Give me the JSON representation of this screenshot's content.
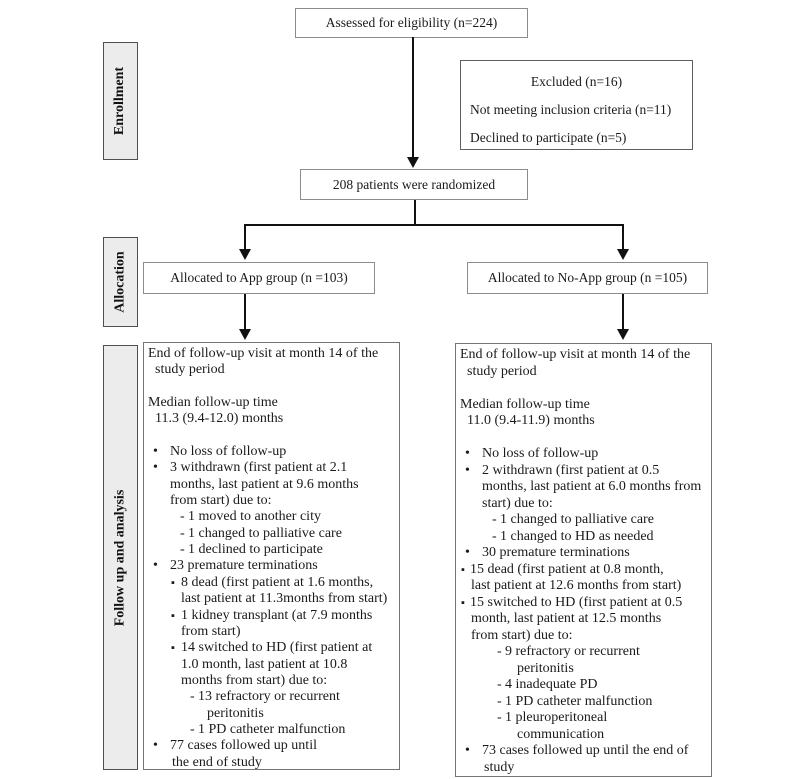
{
  "sidebar": {
    "enrollment": "Enrollment",
    "allocation": "Allocation",
    "followup": "Follow up and analysis"
  },
  "flow": {
    "assessed": "Assessed for eligibility (n=224)",
    "excluded": {
      "title": "Excluded (n=16)",
      "items": [
        "Not meeting inclusion criteria (n=11)",
        "Declined to participate (n=5)"
      ]
    },
    "randomized": "208 patients were randomized",
    "alloc_left": "Allocated to App group (n =103)",
    "alloc_right": "Allocated to No-App group (n =105)"
  },
  "followup_left": {
    "lines": [
      {
        "k": "p",
        "t": "End of follow-up visit at month 14 of the"
      },
      {
        "k": "p2",
        "t": "study period"
      },
      {
        "k": "blank",
        "t": ""
      },
      {
        "k": "p",
        "t": "Median follow-up time"
      },
      {
        "k": "p2",
        "t": "11.3 (9.4-12.0) months"
      },
      {
        "k": "blank",
        "t": ""
      },
      {
        "k": "dot",
        "t": "No loss of follow-up"
      },
      {
        "k": "dot",
        "t": "3 withdrawn (first patient at 2.1"
      },
      {
        "k": "dotc",
        "t": "months, last patient at 9.6 months"
      },
      {
        "k": "dotc",
        "t": "from start) due to:"
      },
      {
        "k": "dash",
        "t": "1 moved to another city"
      },
      {
        "k": "dash",
        "t": "1 changed to palliative care"
      },
      {
        "k": "dash",
        "t": "1 declined to participate"
      },
      {
        "k": "dot",
        "t": "23 premature terminations"
      },
      {
        "k": "sq",
        "t": "8 dead (first patient at 1.6 months,"
      },
      {
        "k": "sqc",
        "t": "last patient at 11.3months from start)"
      },
      {
        "k": "sq",
        "t": "1 kidney transplant (at 7.9 months"
      },
      {
        "k": "sqc",
        "t": "from start)"
      },
      {
        "k": "sq",
        "t": "14 switched to HD (first patient at"
      },
      {
        "k": "sqc",
        "t": "1.0 month,  last patient at 10.8"
      },
      {
        "k": "sqc",
        "t": "months from start) due to:"
      },
      {
        "k": "dash2",
        "t": "13 refractory or recurrent"
      },
      {
        "k": "dash2c",
        "t": "peritonitis"
      },
      {
        "k": "dash2",
        "t": "1 PD catheter malfunction"
      },
      {
        "k": "dot",
        "t": "77 cases followed up until"
      },
      {
        "k": "dotc2",
        "t": "the end of study"
      }
    ]
  },
  "followup_right": {
    "lines": [
      {
        "k": "p",
        "t": "End of follow-up visit at month 14 of the"
      },
      {
        "k": "p2",
        "t": "study period"
      },
      {
        "k": "blank",
        "t": ""
      },
      {
        "k": "p",
        "t": "Median follow-up time"
      },
      {
        "k": "p2",
        "t": "11.0 (9.4-11.9) months"
      },
      {
        "k": "blank",
        "t": ""
      },
      {
        "k": "dot",
        "t": "No loss of follow-up"
      },
      {
        "k": "dot",
        "t": "2 withdrawn (first patient at 0.5"
      },
      {
        "k": "dotc",
        "t": "months, last patient at 6.0 months from"
      },
      {
        "k": "dotc",
        "t": "start) due to:"
      },
      {
        "k": "dash",
        "t": "1 changed to palliative care"
      },
      {
        "k": "dash",
        "t": "1 changed to HD as needed"
      },
      {
        "k": "dot",
        "t": "30 premature terminations"
      },
      {
        "k": "sqt",
        "t": "15 dead (first patient at 0.8 month,"
      },
      {
        "k": "sqtc",
        "t": "last patient at 12.6 months from start)"
      },
      {
        "k": "sqt",
        "t": "15 switched to HD (first patient at 0.5"
      },
      {
        "k": "sqtc",
        "t": "month, last patient at 12.5 months"
      },
      {
        "k": "sqtc",
        "t": "from start) due to:"
      },
      {
        "k": "dash2",
        "t": "9 refractory or recurrent"
      },
      {
        "k": "dash2c",
        "t": "peritonitis"
      },
      {
        "k": "dash2",
        "t": "4 inadequate PD"
      },
      {
        "k": "dash2",
        "t": "1 PD catheter malfunction"
      },
      {
        "k": "dash2",
        "t": "1 pleuroperitoneal"
      },
      {
        "k": "dash2c",
        "t": "communication"
      },
      {
        "k": "dot",
        "t": "73 cases followed up until the end of"
      },
      {
        "k": "dotc2",
        "t": "study"
      }
    ]
  },
  "colors": {
    "text": "#1a1a1a",
    "box_border": "#8c8c8c",
    "sidebar_fill": "#ececec",
    "arrow": "#111111"
  }
}
